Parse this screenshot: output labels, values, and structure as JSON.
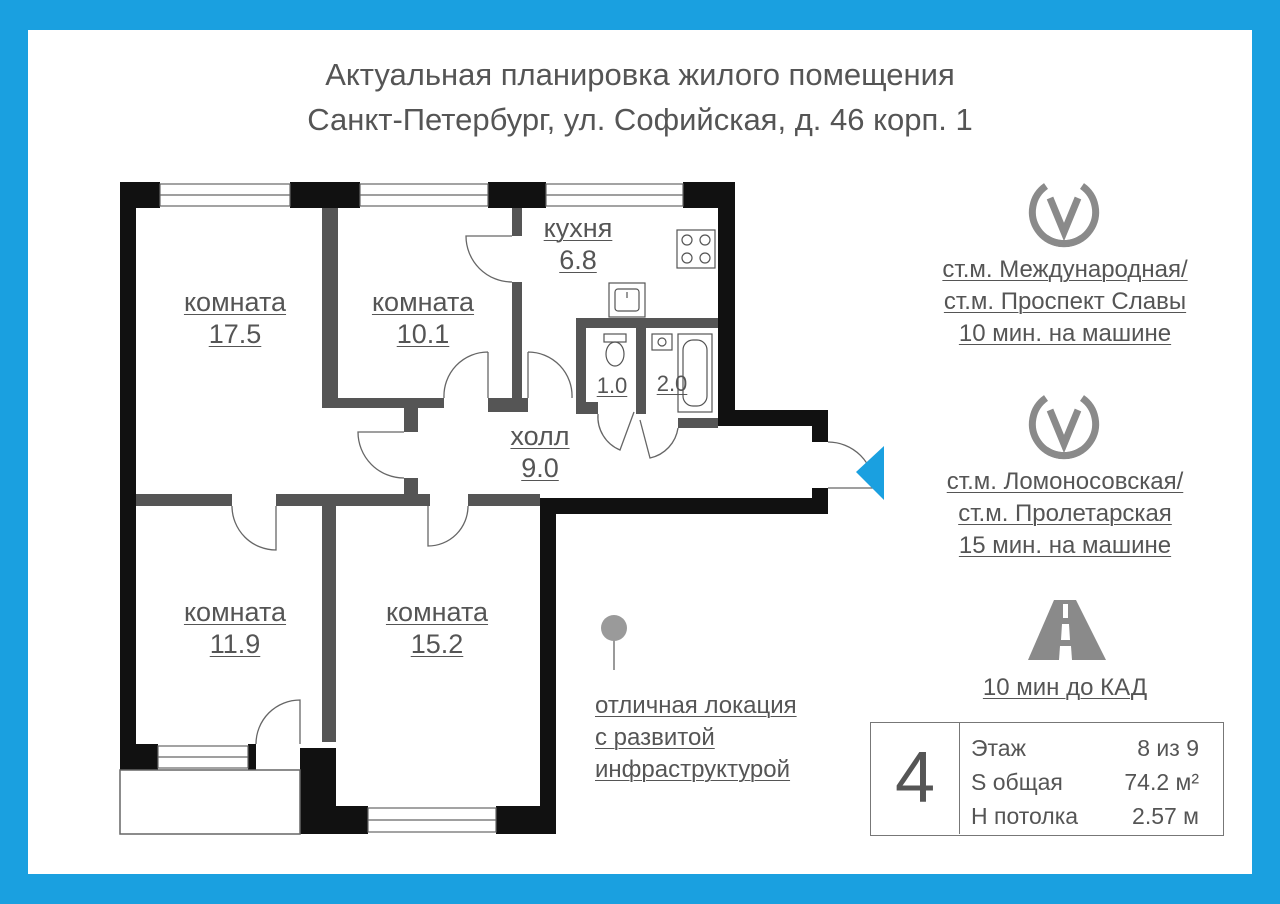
{
  "title": {
    "line1": "Актуальная  планировка жилого помещения",
    "line2": "Санкт-Петербург, ул. Софийская, д. 46 корп. 1"
  },
  "rooms": {
    "room1": {
      "name": "комната",
      "area": "17.5"
    },
    "room2": {
      "name": "комната",
      "area": "10.1"
    },
    "kitchen": {
      "name": "кухня",
      "area": "6.8"
    },
    "wc": {
      "area": "1.0"
    },
    "bath": {
      "area": "2.0"
    },
    "hall": {
      "name": "холл",
      "area": "9.0"
    },
    "room3": {
      "name": "комната",
      "area": "11.9"
    },
    "room4": {
      "name": "комната",
      "area": "15.2"
    }
  },
  "metro1": {
    "line1": "ст.м. Международная/",
    "line2": "ст.м. Проспект Славы",
    "line3": "10 мин. на машине"
  },
  "metro2": {
    "line1": "ст.м. Ломоносовская/",
    "line2": "ст.м. Пролетарская",
    "line3": "15 мин. на машине"
  },
  "road": "10 мин до КАД",
  "location": {
    "line1": "отличная локация",
    "line2": "с развитой",
    "line3": "инфраструктурой"
  },
  "summary": {
    "rooms_count": "4",
    "floor_label": "Этаж",
    "floor_value": "8 из 9",
    "area_label": "S общая",
    "area_value": "74.2 м²",
    "ceiling_label": "Н потолка",
    "ceiling_value": "2.57 м"
  },
  "colors": {
    "frame": "#1aa0e0",
    "wall_outer": "#000000",
    "wall_inner": "#555555",
    "entrance": "#1aa0e0"
  },
  "icons": [
    "metro-icon",
    "metro-icon",
    "road-icon",
    "map-pin-icon",
    "stove-icon",
    "sink-icon",
    "toilet-icon",
    "bathtub-icon",
    "entrance-arrow-icon"
  ]
}
